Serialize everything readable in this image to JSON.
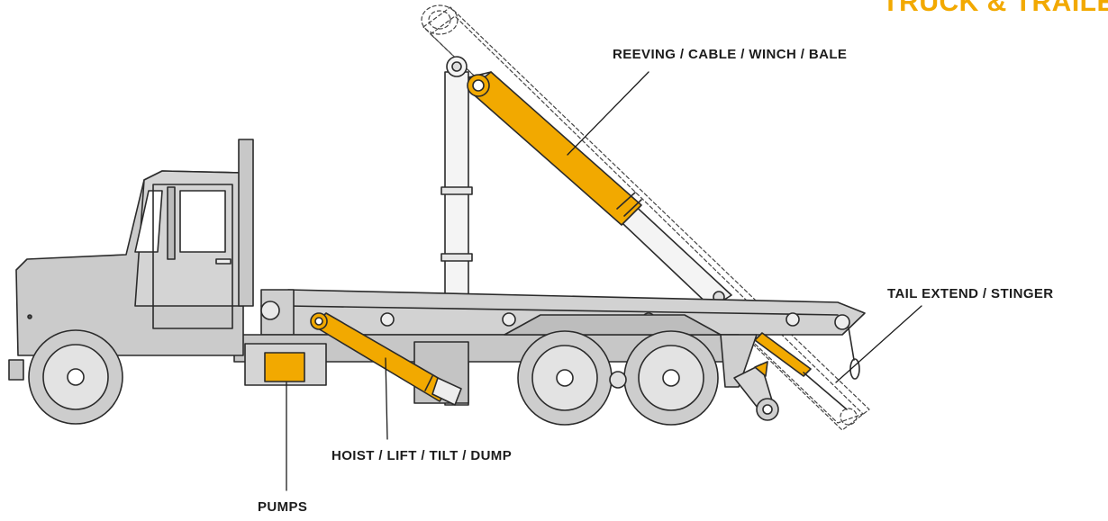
{
  "title": "TRUCK & TRAILE",
  "labels": {
    "reeving": "REEVING / CABLE / WINCH / BALE",
    "tail": "TAIL EXTEND / STINGER",
    "hoist": "HOIST / LIFT / TILT / DUMP",
    "pumps": "PUMPS"
  },
  "colors": {
    "cylinder": "#f2a900",
    "body": "#c9c9c9",
    "outline": "#2b2b2b",
    "title": "#f2a900"
  }
}
